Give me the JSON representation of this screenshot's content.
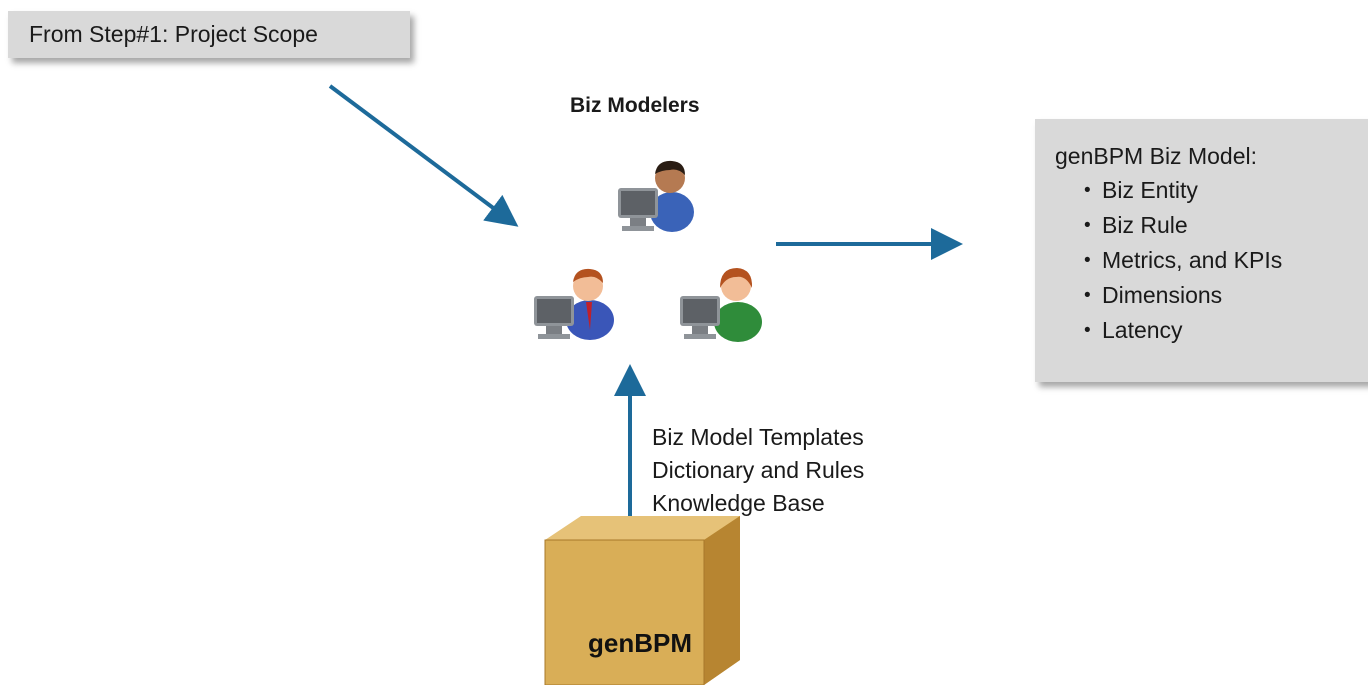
{
  "source_box": {
    "label": "From Step#1: Project Scope"
  },
  "modelers": {
    "title": "Biz Modelers"
  },
  "output_box": {
    "heading": "genBPM Biz Model:",
    "items": [
      "Biz Entity",
      "Biz Rule",
      "Metrics, and KPIs",
      "Dimensions",
      "Latency"
    ]
  },
  "inputs": {
    "lines": [
      "Biz Model Templates",
      "Dictionary and Rules",
      "Knowledge Base"
    ]
  },
  "repository": {
    "label": "genBPM"
  },
  "colors": {
    "arrow": "#1d6a9a",
    "box_fill": "#d9d9d9",
    "crate": "#d4a84c"
  }
}
